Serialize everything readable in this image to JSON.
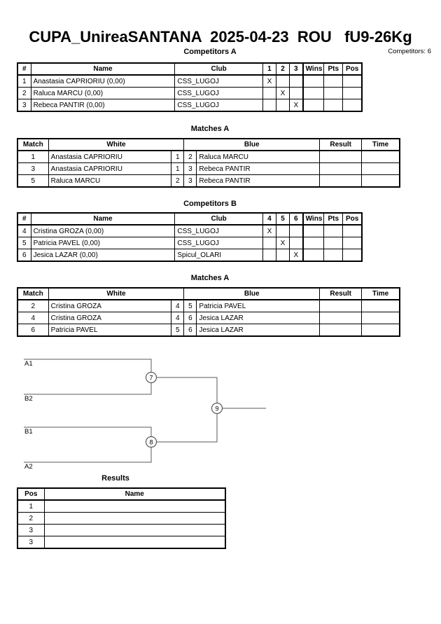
{
  "header": {
    "title": "CUPA_UnireaSANTANA  2025-04-23  ROU   fU9-26Kg",
    "competitors_label": "Competitors: 6"
  },
  "sections": {
    "competitors_a": "Competitors A",
    "matches_a1": "Matches A",
    "competitors_b": "Competitors B",
    "matches_a2": "Matches A",
    "results": "Results"
  },
  "competitors_table": {
    "headers": {
      "num": "#",
      "name": "Name",
      "club": "Club",
      "wins": "Wins",
      "pts": "Pts",
      "pos": "Pos"
    },
    "group_a": {
      "round_cols": [
        "1",
        "2",
        "3"
      ],
      "rows": [
        {
          "num": "1",
          "name": "Anastasia CAPRIORIU  (0,00)",
          "club": "CSS_LUGOJ",
          "marks": [
            "X",
            "",
            ""
          ],
          "wins": "",
          "pts": "",
          "pos": ""
        },
        {
          "num": "2",
          "name": "Raluca MARCU  (0,00)",
          "club": "CSS_LUGOJ",
          "marks": [
            "",
            "X",
            ""
          ],
          "wins": "",
          "pts": "",
          "pos": ""
        },
        {
          "num": "3",
          "name": "Rebeca PANTIR  (0,00)",
          "club": "CSS_LUGOJ",
          "marks": [
            "",
            "",
            "X"
          ],
          "wins": "",
          "pts": "",
          "pos": ""
        }
      ]
    },
    "group_b": {
      "round_cols": [
        "4",
        "5",
        "6"
      ],
      "rows": [
        {
          "num": "4",
          "name": "Cristina GROZA  (0,00)",
          "club": "CSS_LUGOJ",
          "marks": [
            "X",
            "",
            ""
          ],
          "wins": "",
          "pts": "",
          "pos": ""
        },
        {
          "num": "5",
          "name": "Patricia PAVEL  (0,00)",
          "club": "CSS_LUGOJ",
          "marks": [
            "",
            "X",
            ""
          ],
          "wins": "",
          "pts": "",
          "pos": ""
        },
        {
          "num": "6",
          "name": "Jesica LAZAR  (0,00)",
          "club": "Spicul_OLARI",
          "marks": [
            "",
            "",
            "X"
          ],
          "wins": "",
          "pts": "",
          "pos": ""
        }
      ]
    }
  },
  "matches_table": {
    "headers": {
      "match": "Match",
      "white": "White",
      "blue": "Blue",
      "result": "Result",
      "time": "Time"
    },
    "group_a": [
      {
        "match": "1",
        "white": "Anastasia CAPRIORIU",
        "white_num": "1",
        "blue_num": "2",
        "blue": "Raluca MARCU",
        "result": "",
        "time": ""
      },
      {
        "match": "3",
        "white": "Anastasia CAPRIORIU",
        "white_num": "1",
        "blue_num": "3",
        "blue": "Rebeca PANTIR",
        "result": "",
        "time": ""
      },
      {
        "match": "5",
        "white": "Raluca MARCU",
        "white_num": "2",
        "blue_num": "3",
        "blue": "Rebeca PANTIR",
        "result": "",
        "time": ""
      }
    ],
    "group_b": [
      {
        "match": "2",
        "white": "Cristina GROZA",
        "white_num": "4",
        "blue_num": "5",
        "blue": "Patricia PAVEL",
        "result": "",
        "time": ""
      },
      {
        "match": "4",
        "white": "Cristina GROZA",
        "white_num": "4",
        "blue_num": "6",
        "blue": "Jesica LAZAR",
        "result": "",
        "time": ""
      },
      {
        "match": "6",
        "white": "Patricia PAVEL",
        "white_num": "5",
        "blue_num": "6",
        "blue": "Jesica LAZAR",
        "result": "",
        "time": ""
      }
    ]
  },
  "bracket": {
    "seeds": [
      "A1",
      "B2",
      "B1",
      "A2"
    ],
    "nodes": [
      "7",
      "8",
      "9"
    ]
  },
  "results_table": {
    "headers": {
      "pos": "Pos",
      "name": "Name"
    },
    "rows": [
      {
        "pos": "1",
        "name": ""
      },
      {
        "pos": "2",
        "name": ""
      },
      {
        "pos": "3",
        "name": ""
      },
      {
        "pos": "3",
        "name": ""
      }
    ]
  },
  "colors": {
    "ink": "#000000",
    "line": "#595959",
    "paper": "#ffffff"
  }
}
